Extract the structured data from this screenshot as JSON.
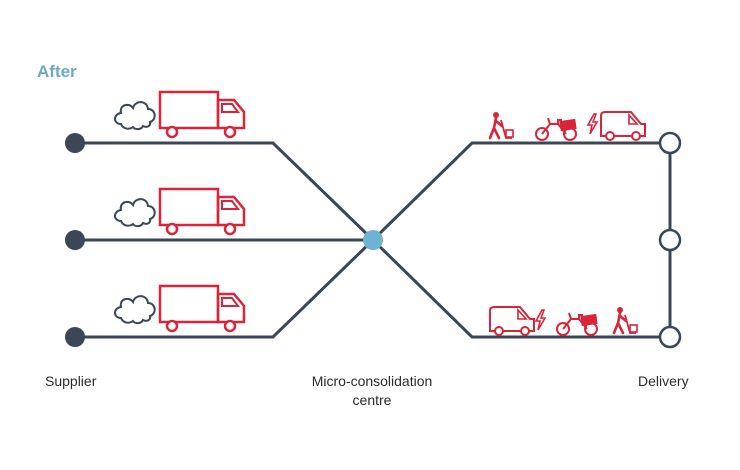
{
  "title": "After",
  "labels": {
    "supplier": "Supplier",
    "centre_line1": "Micro-consolidation",
    "centre_line2": "centre",
    "delivery": "Delivery"
  },
  "colors": {
    "line": "#3b4756",
    "node_dark": "#3b4756",
    "node_hub": "#6fb3d2",
    "vehicle": "#d8253a",
    "title": "#6fa8c6"
  },
  "icons": {
    "supplier_row": [
      "cloud-icon",
      "truck-icon"
    ],
    "top_delivery": [
      "hand-trolley-icon",
      "cargo-bike-icon",
      "electric-icon",
      "van-icon"
    ],
    "bottom_delivery": [
      "van-icon",
      "electric-icon",
      "cargo-bike-icon",
      "hand-trolley-icon"
    ]
  }
}
